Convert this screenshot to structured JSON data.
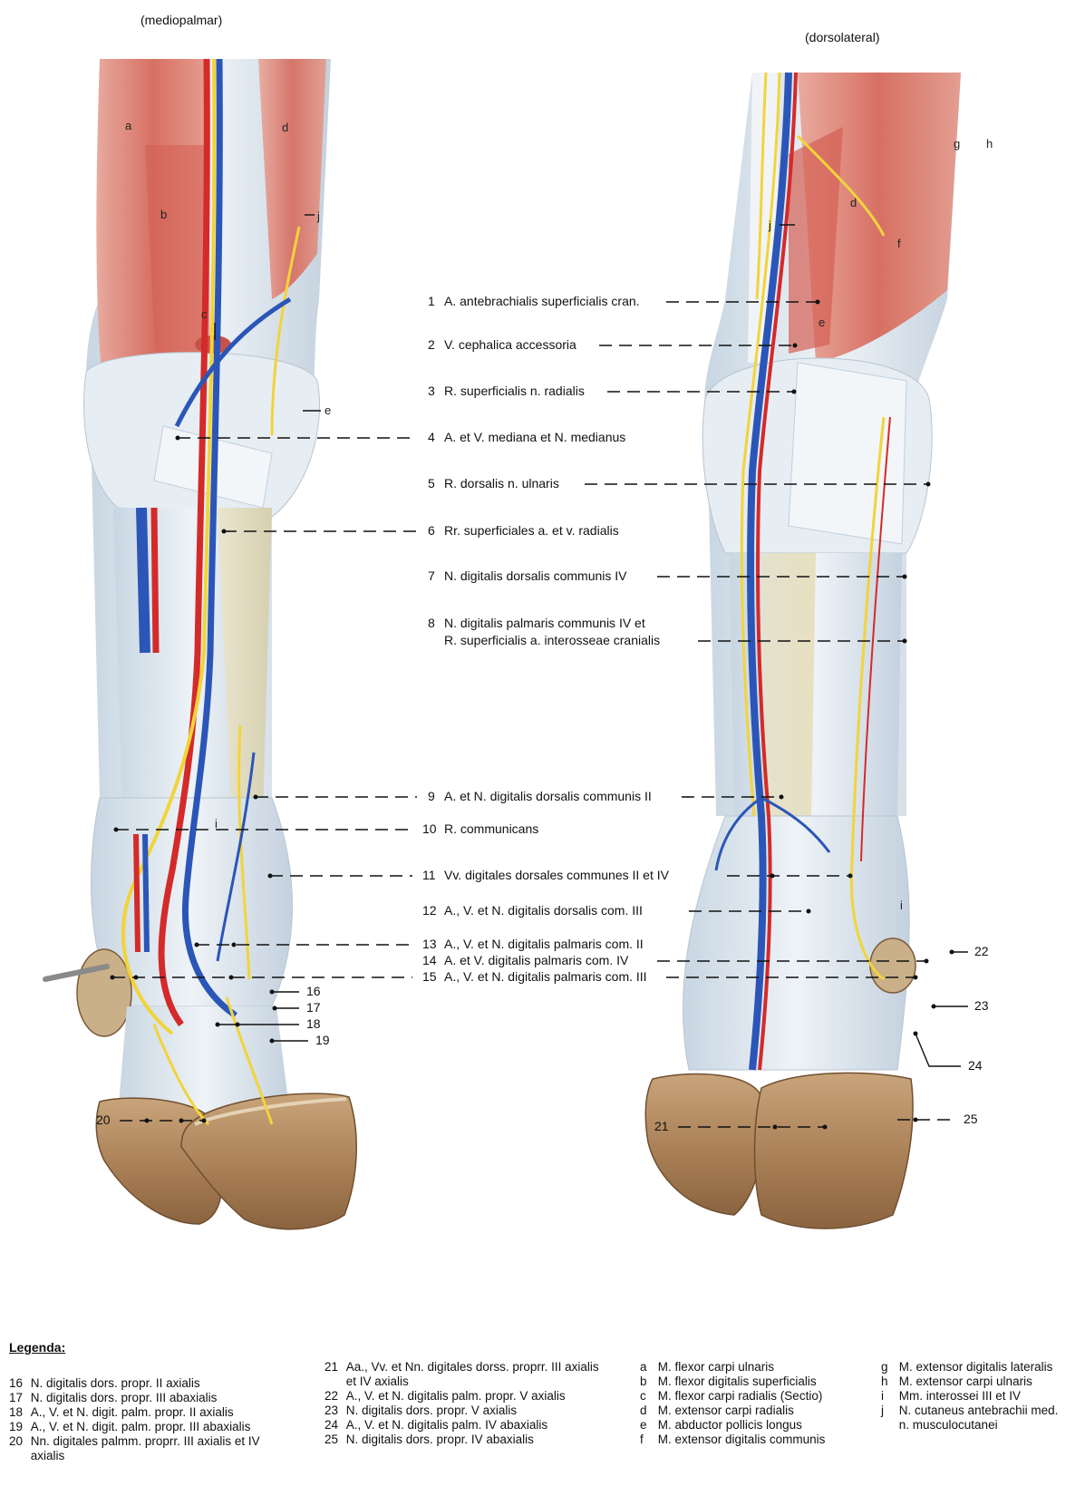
{
  "views": {
    "left": "(mediopalmar)",
    "right": "(dorsolateral)"
  },
  "muscle_letters": {
    "a": "a",
    "b": "b",
    "c": "c",
    "d": "d",
    "e": "e",
    "f": "f",
    "g": "g",
    "h": "h",
    "i": "i",
    "j": "j"
  },
  "labels": [
    {
      "num": "1",
      "text": "A. antebrachialis superficialis cran."
    },
    {
      "num": "2",
      "text": "V. cephalica accessoria"
    },
    {
      "num": "3",
      "text": "R. superficialis n. radialis"
    },
    {
      "num": "4",
      "text": "A. et V. mediana et N. medianus"
    },
    {
      "num": "5",
      "text": "R. dorsalis n. ulnaris"
    },
    {
      "num": "6",
      "text": "Rr. superficiales a. et v. radialis"
    },
    {
      "num": "7",
      "text": "N. digitalis dorsalis communis IV"
    },
    {
      "num": "8",
      "text": "N. digitalis palmaris communis IV et",
      "text2": "R. superficialis a. interosseae cranialis"
    },
    {
      "num": "9",
      "text": "A. et N. digitalis dorsalis communis II"
    },
    {
      "num": "10",
      "text": "R. communicans"
    },
    {
      "num": "11",
      "text": "Vv. digitales dorsales communes II et IV"
    },
    {
      "num": "12",
      "text": "A., V. et N. digitalis dorsalis com. III"
    },
    {
      "num": "13",
      "text": "A., V. et N. digitalis palmaris com. II"
    },
    {
      "num": "14",
      "text": "A. et V. digitalis palmaris com. IV"
    },
    {
      "num": "15",
      "text": "A., V. et N. digitalis palmaris com. III"
    }
  ],
  "side_numbers": {
    "n16": "16",
    "n17": "17",
    "n18": "18",
    "n19": "19",
    "n20": "20",
    "n21": "21",
    "n22": "22",
    "n23": "23",
    "n24": "24",
    "n25": "25"
  },
  "legend": {
    "title": "Legenda:",
    "col1": [
      {
        "num": "16",
        "text": "N. digitalis dors. propr. II axialis"
      },
      {
        "num": "17",
        "text": "N. digitalis dors. propr. III abaxialis"
      },
      {
        "num": "18",
        "text": "A., V. et N. digit. palm. propr. II axialis"
      },
      {
        "num": "19",
        "text": "A., V. et N. digit. palm. propr. III abaxialis"
      },
      {
        "num": "20",
        "text": "Nn. digitales palmm. proprr. III axialis et IV axialis"
      }
    ],
    "col2": [
      {
        "num": "21",
        "text": "Aa., Vv. et Nn. digitales dorss. proprr. III axialis et IV axialis"
      },
      {
        "num": "22",
        "text": "A., V. et N. digitalis palm. propr. V axialis"
      },
      {
        "num": "23",
        "text": "N. digitalis dors. propr. V axialis"
      },
      {
        "num": "24",
        "text": "A., V. et N. digitalis palm. IV abaxialis"
      },
      {
        "num": "25",
        "text": "N. digitalis dors. propr. IV abaxialis"
      }
    ],
    "col3": [
      {
        "letter": "a",
        "text": "M. flexor carpi ulnaris"
      },
      {
        "letter": "b",
        "text": "M. flexor digitalis superficialis"
      },
      {
        "letter": "c",
        "text": "M. flexor carpi radialis (Sectio)"
      },
      {
        "letter": "d",
        "text": "M. extensor carpi radialis"
      },
      {
        "letter": "e",
        "text": "M. abductor pollicis longus"
      },
      {
        "letter": "f",
        "text": "M. extensor digitalis communis"
      }
    ],
    "col4": [
      {
        "letter": "g",
        "text": "M. extensor digitalis lateralis"
      },
      {
        "letter": "h",
        "text": "M. extensor carpi ulnaris"
      },
      {
        "letter": "i",
        "text": "Mm. interossei III et IV"
      },
      {
        "letter": "j",
        "text": "N. cutaneus antebrachii med. n. musculocutanei"
      }
    ]
  },
  "colors": {
    "muscle": "#d9685a",
    "tendon": "#dde6ee",
    "artery": "#d42a2a",
    "vein": "#2b56b8",
    "nerve": "#f2d43a",
    "hoof": "#b48a60",
    "hoof_dark": "#7d5a38",
    "bone": "#e8d9a8"
  }
}
